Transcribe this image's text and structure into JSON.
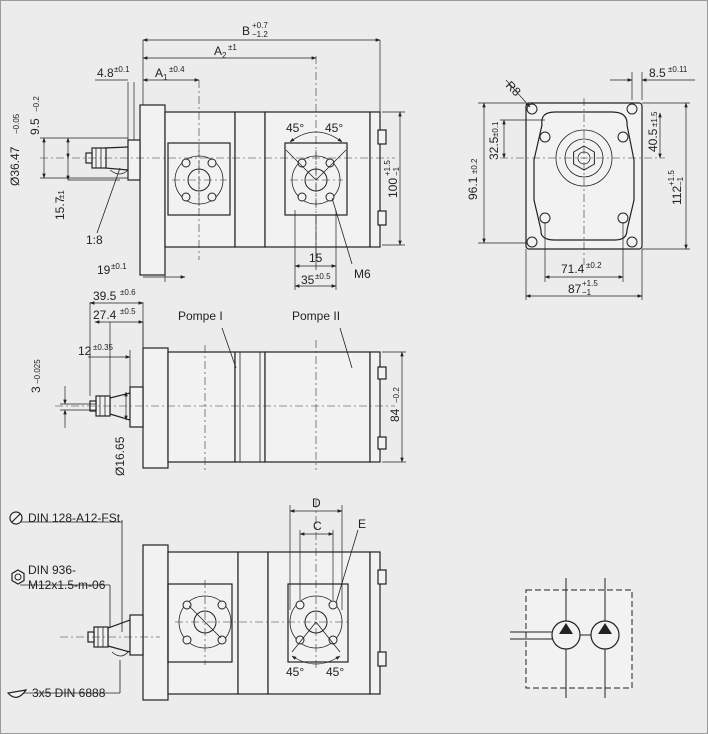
{
  "dimensions": {
    "b": "B",
    "b_tol_up": "+0.7",
    "b_tol_down": "−1.2",
    "a2": "A",
    "a2_sub": "2",
    "a2_tol": "±1",
    "a1": "A",
    "a1_sub": "1",
    "a1_tol": "±0.4",
    "d48": "4.8",
    "d48_tol": "±0.1",
    "d85": "8.5",
    "d85_tol": "±0.11",
    "r8": "R8",
    "d3647": "Ø36.47",
    "d3647_tol": "−0.05",
    "d95": "9.5",
    "d95_tol": "−0.2",
    "d157": "15.7",
    "d157_tol": "±1",
    "ratio": "1:8",
    "angle1": "45°",
    "angle2": "45°",
    "d100": "100",
    "d100_tol_up": "+1.5",
    "d100_tol_down": "−1",
    "d15": "15",
    "d35": "35",
    "d35_tol": "±0.5",
    "m6": "M6",
    "d19": "19",
    "d19_tol": "±0.1",
    "d325": "32.5",
    "d325_tol": "±0.1",
    "d961": "96.1",
    "d961_tol": "±0.2",
    "d405": "40.5",
    "d405_tol": "±1.5",
    "d112": "112",
    "d112_tol_up": "+1.5",
    "d112_tol_down": "−1",
    "d714": "71.4",
    "d714_tol": "±0.2",
    "d87": "87",
    "d87_tol_up": "+1.5",
    "d87_tol_down": "−1",
    "d395": "39.5",
    "d395_tol": "±0.6",
    "d274": "27.4",
    "d274_tol": "±0.5",
    "d12": "12",
    "d12_tol": "±0.35",
    "d3": "3",
    "d3_tol": "−0.025",
    "d1665": "Ø16.65",
    "d84": "84",
    "d84_tol": "−0.2",
    "dd": "D",
    "dc": "C",
    "de": "E",
    "angle3": "45°",
    "angle4": "45°"
  },
  "labels": {
    "pump1": "Pompe I",
    "pump2": "Pompe II",
    "part1": "DIN 128-A12-FSt",
    "part2_line1": "DIN 936-",
    "part2_line2": "M12x1.5-m-06",
    "part3": "3x5 DIN 6888"
  },
  "icons": [
    "spring-washer-icon",
    "hex-nut-icon",
    "woodruff-key-icon",
    "pump-symbol-icon"
  ]
}
